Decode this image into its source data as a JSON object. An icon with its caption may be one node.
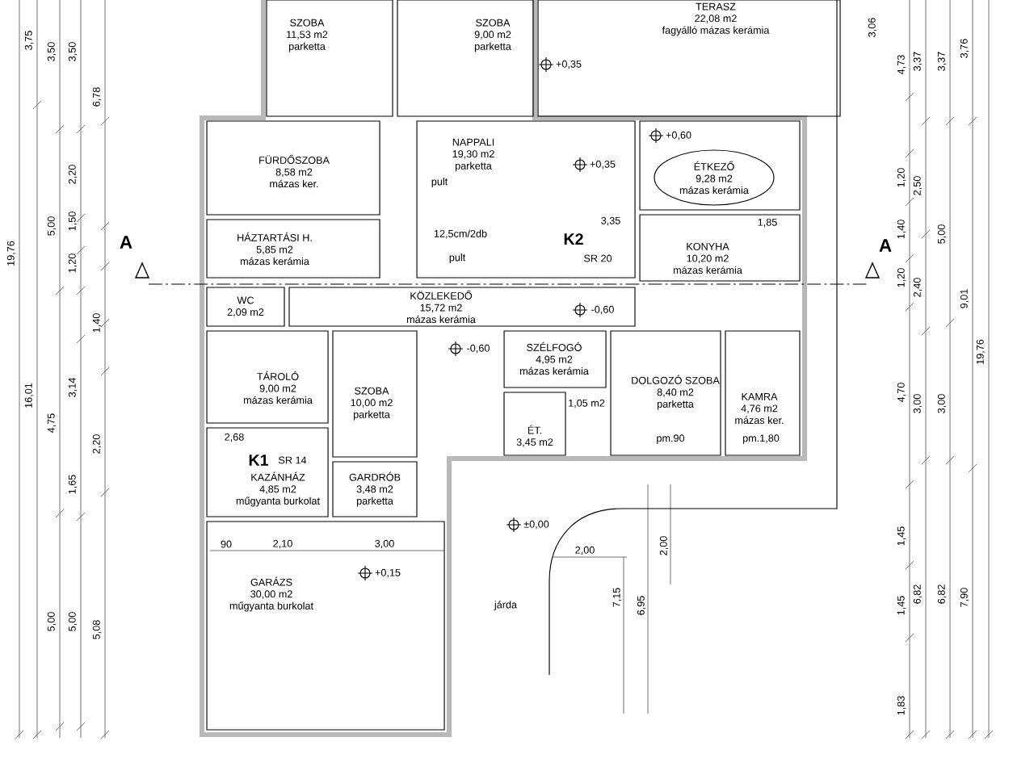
{
  "diagram": {
    "nodes": [
      {
        "text": [
          "SZOBA",
          "11,53 m2",
          "parketta"
        ]
      },
      {
        "text": [
          "SZOBA",
          "9,00 m2",
          "parketta"
        ]
      },
      {
        "text": [
          "TERASZ",
          "22,08 m2",
          "fagyálló mázas kerámia"
        ]
      },
      {
        "text": [
          "FÜRDŐSZOBA",
          "8,58 m2",
          "mázas ker."
        ]
      },
      {
        "text": [
          "NAPPALI",
          "19,30 m2",
          "parketta"
        ]
      },
      {
        "text": [
          "ÉTKEZŐ",
          "9,28 m2",
          "mázas kerámia"
        ]
      },
      {
        "text": [
          "HÁZTARTÁSI H.",
          "5,85 m2",
          "mázas kerámia"
        ]
      },
      {
        "text": [
          "KONYHA",
          "10,20 m2",
          "mázas kerámia"
        ]
      },
      {
        "text": [
          "WC",
          "2,09 m2"
        ]
      },
      {
        "text": [
          "KÖZLEKEDŐ",
          "15,72 m2",
          "mázas kerámia"
        ]
      },
      {
        "text": [
          "SZÉLFOGÓ",
          "4,95 m2",
          "mázas kerámia"
        ]
      },
      {
        "text": [
          "TÁROLÓ",
          "9,00 m2",
          "mázas kerámia"
        ]
      },
      {
        "text": [
          "SZOBA",
          "10,00 m2",
          "parketta"
        ]
      },
      {
        "text": [
          "DOLGOZÓ SZOBA",
          "8,40 m2",
          "parketta"
        ]
      },
      {
        "text": [
          "KAMRA",
          "4,76 m2",
          "mázas ker."
        ]
      },
      {
        "text": [
          "ÉT.",
          "3,45 m2"
        ]
      },
      {
        "text": [
          "KAZÁNHÁZ",
          "4,85 m2",
          "műgyanta burkolat"
        ]
      },
      {
        "text": [
          "GARDRÓB",
          "3,48 m2",
          "parketta"
        ]
      },
      {
        "text": [
          "GARÁZS",
          "30,00 m2",
          "műgyanta burkolat"
        ]
      }
    ],
    "labels": [
      "3,75",
      "3,50",
      "3,50",
      "6,78",
      "2,20",
      "5,00",
      "1,50",
      "A",
      "19,76",
      "1,20",
      "1,40",
      "16,01",
      "3,14",
      "4,75",
      "2,20",
      "1,65",
      "5,00",
      "5,00",
      "5,08",
      "+0,35",
      "3,06",
      "4,73",
      "3,37",
      "3,37",
      "3,76",
      "+0,60",
      "+0,35",
      "pult",
      "1,20",
      "2,50",
      "3,35",
      "1,85",
      "12,5cm/2db",
      "K2",
      "SR 20",
      "1,40",
      "5,00",
      "pult",
      "A",
      "1,20",
      "2,40",
      "9,01",
      "-0,60",
      "-0,60",
      "19,76",
      "1,05 m2",
      "4,70",
      "3,00",
      "3,00",
      "2,68",
      "pm.90",
      "pm.1,80",
      "K1",
      "SR 14",
      "±0,00",
      "1,45",
      "90",
      "2,10",
      "3,00",
      "2,00",
      "2,00",
      "+0,15",
      "7,15",
      "6,95",
      "1,45",
      "6,82",
      "6,82",
      "7,90",
      "járda",
      "1,83"
    ]
  }
}
